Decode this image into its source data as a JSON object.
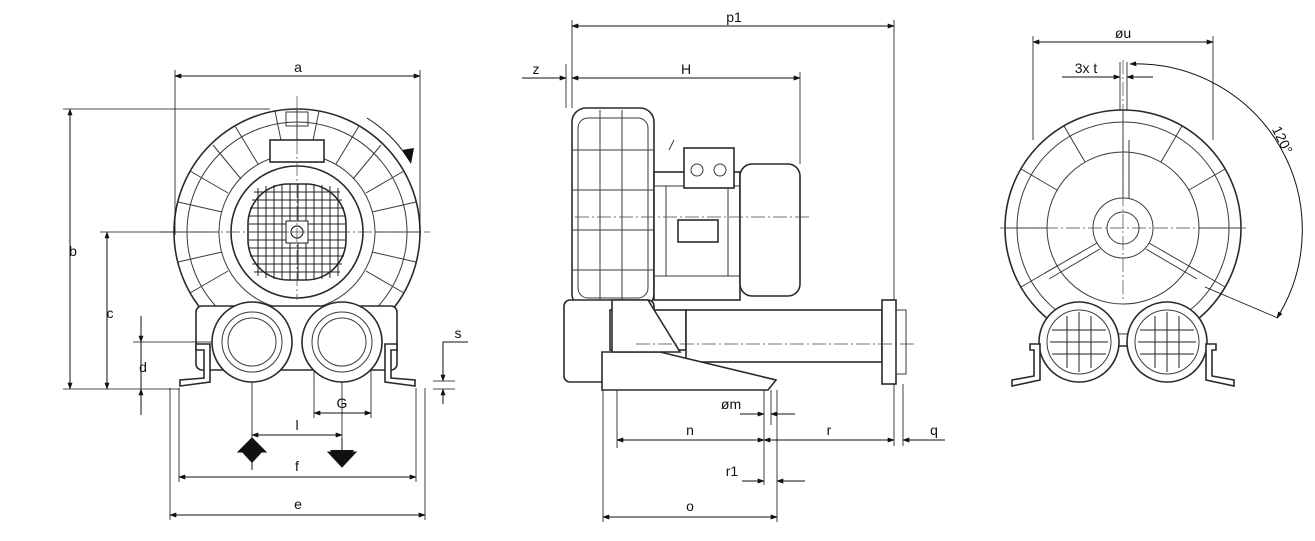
{
  "dimensions": {
    "front": {
      "a": "a",
      "b": "b",
      "c": "c",
      "d": "d",
      "e": "e",
      "f": "f",
      "G": "G",
      "l": "l",
      "s": "s"
    },
    "side": {
      "p1": "p1",
      "H": "H",
      "z": "z",
      "m": "øm",
      "n": "n",
      "r": "r",
      "q": "q",
      "r1": "r1",
      "o": "o"
    },
    "rear": {
      "u": "øu",
      "t": "3x t",
      "angle": "120°"
    }
  }
}
